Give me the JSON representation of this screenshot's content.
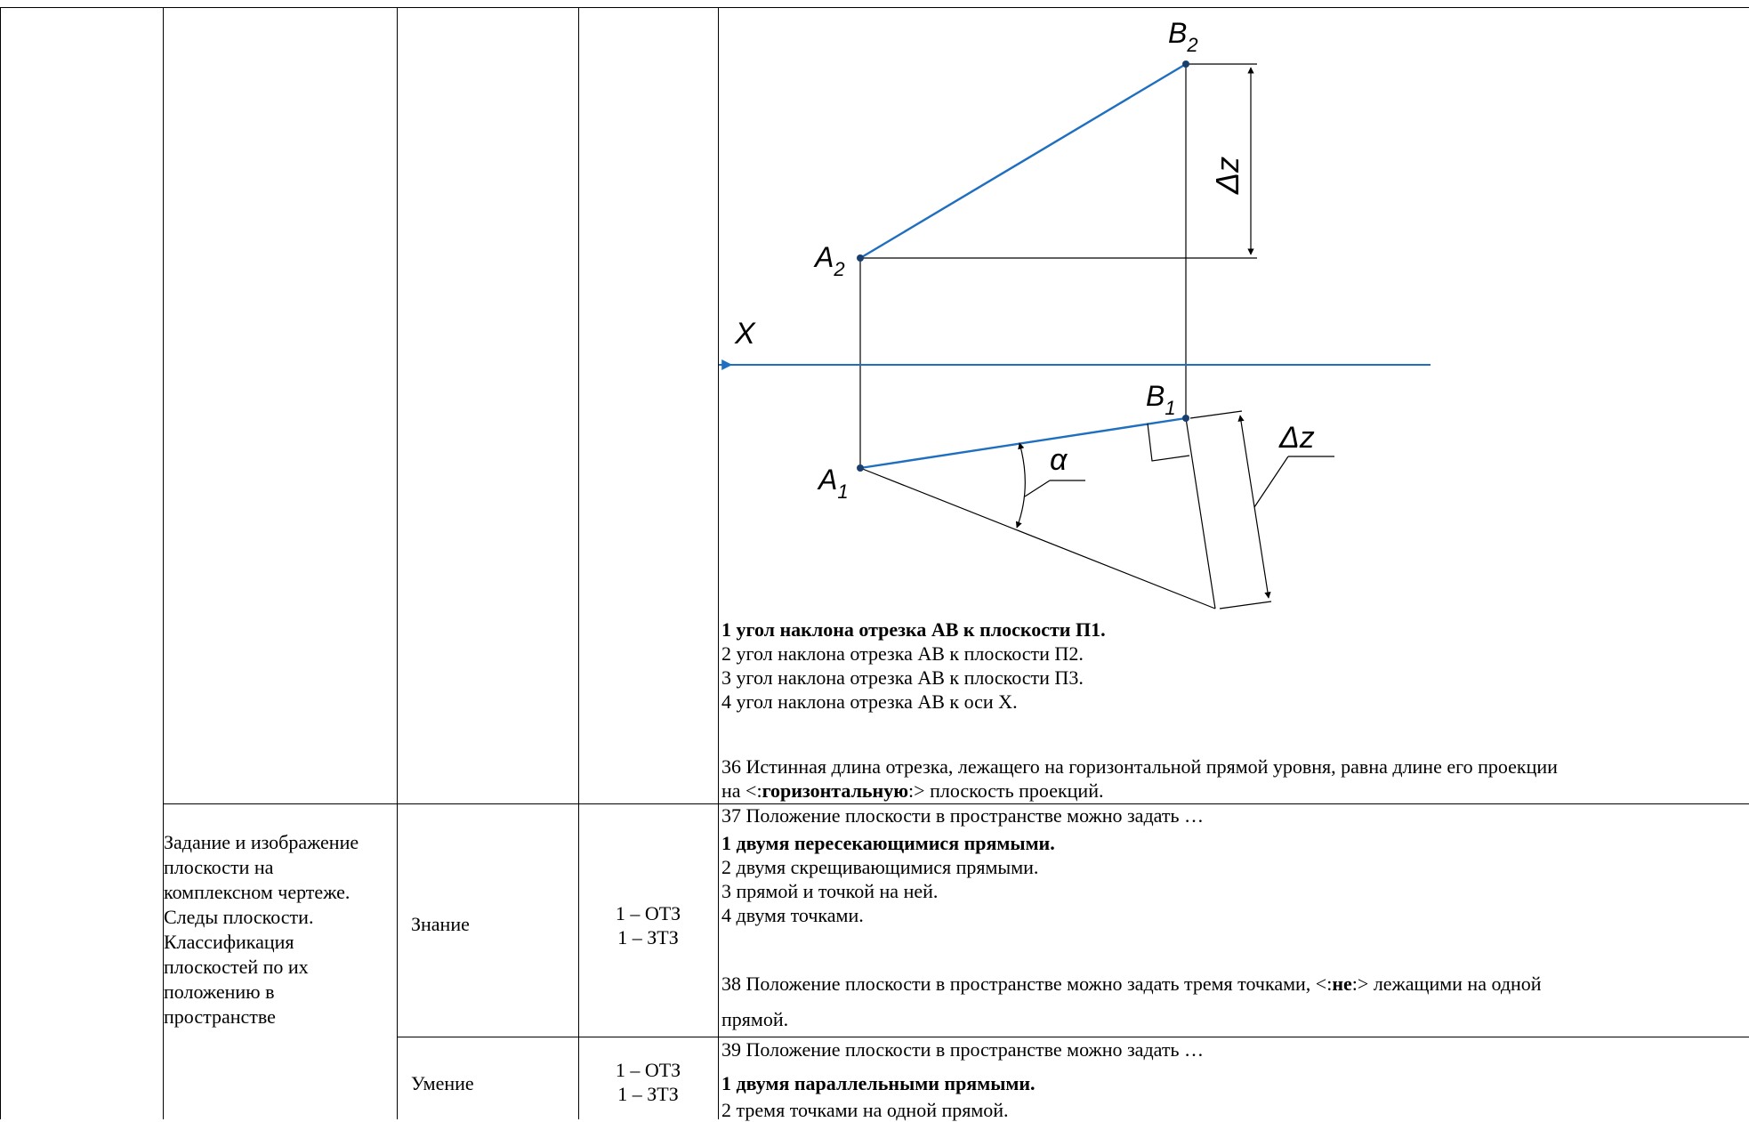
{
  "drawing": {
    "labels": {
      "b2": "B",
      "b2_sub": "2",
      "a2": "A",
      "a2_sub": "2",
      "b1": "B",
      "b1_sub": "1",
      "a1": "A",
      "a1_sub": "1",
      "axis": "X",
      "dz_vertical": "Δz",
      "dz_slanted": "Δz",
      "alpha": "α"
    },
    "colors": {
      "segment": "#1f6fc0",
      "axis": "#1f6fc0",
      "construction": "#000000"
    }
  },
  "q35_options": [
    "1 угол наклона отрезка АВ к плоскости П1.",
    "2 угол наклона отрезка АВ к плоскости П2.",
    "3 угол наклона отрезка АВ к плоскости П3.",
    "4 угол наклона отрезка АВ к оси Х."
  ],
  "q36": {
    "line1": "36 Истинная длина отрезка, лежащего на горизонтальной прямой уровня, равна длине его проекции",
    "line2_pre": "на <:",
    "line2_answer": "горизонтальную",
    "line2_post": ":> плоскость проекций."
  },
  "topic": {
    "title": "Задание и изображение плоскости на комплексном чертеже. Следы плоскости. Классификация плоскостей по их положению в пространстве"
  },
  "row_knowledge": {
    "type": "Знание",
    "count_line1": "1 – ОТЗ",
    "count_line2": "1 – ЗТЗ",
    "q37": "37 Положение плоскости в пространстве можно задать …",
    "q37_options": [
      "1 двумя пересекающимися прямыми.",
      "2 двумя скрещивающимися прямыми.",
      "3 прямой и точкой на ней.",
      "4 двумя точками."
    ],
    "q38_pre": "38 Положение плоскости в пространстве можно задать тремя точками, <:",
    "q38_answer": "не",
    "q38_post": ":> лежащими на одной",
    "q38_line2": "прямой."
  },
  "row_skill": {
    "type": "Умение",
    "count_line1": "1 – ОТЗ",
    "count_line2": "1 – ЗТЗ",
    "q39": "39 Положение плоскости в пространстве можно задать …",
    "q39_options": [
      "1 двумя параллельными прямыми.",
      "2 тремя точками на одной прямой."
    ]
  }
}
